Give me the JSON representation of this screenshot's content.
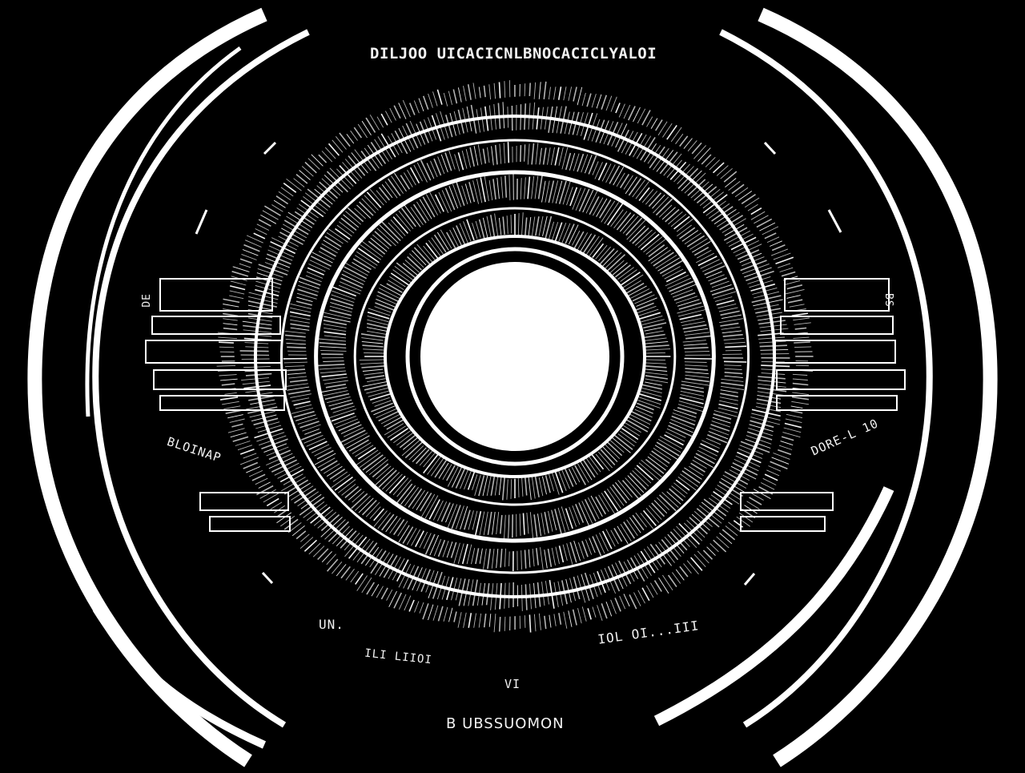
{
  "labels": {
    "top": "DILJOO UICACICNLBNOCACICLYALOI",
    "left_side": "BLOINAP",
    "right_side": "DORE-L 10",
    "bottom_left": "UN.",
    "bottom_left_2": "ILI LIIOI",
    "bottom_right": "IOL OI...III",
    "center_bottom": "VI",
    "bottom": "B UBSSUOMON",
    "side_right": "BS",
    "side_left": "DE"
  },
  "colors": {
    "background": "#000000",
    "foreground": "#ffffff"
  }
}
